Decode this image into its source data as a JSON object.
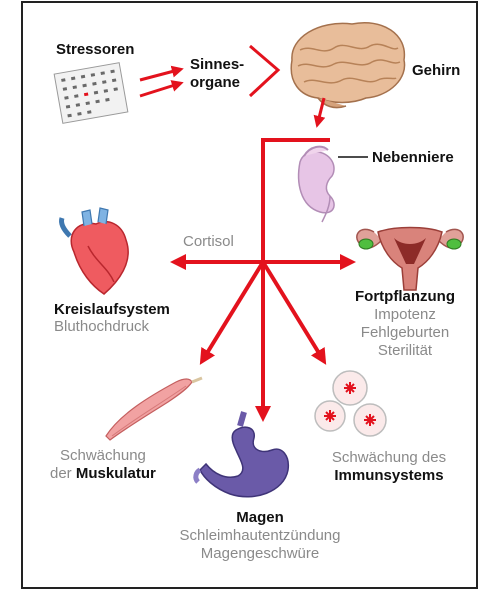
{
  "colors": {
    "arrow": "#e3121d",
    "organ_label": "#111111",
    "effect_label": "#8a8a8a",
    "frame": "#222222"
  },
  "labels": {
    "stressoren": "Stressoren",
    "sinnesorgane_1": "Sinnes-",
    "sinnesorgane_2": "organe",
    "gehirn": "Gehirn",
    "nebenniere": "Nebenniere",
    "cortisol": "Cortisol",
    "kreislauf_title": "Kreislaufsystem",
    "kreislauf_sub": "Bluthochdruck",
    "fort_title": "Fortpflanzung",
    "fort_sub1": "Impotenz",
    "fort_sub2": "Fehlgeburten",
    "fort_sub3": "Sterilität",
    "muskel_1": "Schwächung",
    "muskel_2a": "der ",
    "muskel_2b": "Muskulatur",
    "immun_1": "Schwächung des",
    "immun_2": "Immunsystems",
    "magen_title": "Magen",
    "magen_sub1": "Schleimhautentzündung",
    "magen_sub2": "Magengeschwüre"
  },
  "icons": [
    "calendar-icon",
    "brain-icon",
    "adrenal-kidney-icon",
    "heart-icon",
    "uterus-icon",
    "muscle-icon",
    "stomach-icon",
    "immune-cells-icon"
  ]
}
